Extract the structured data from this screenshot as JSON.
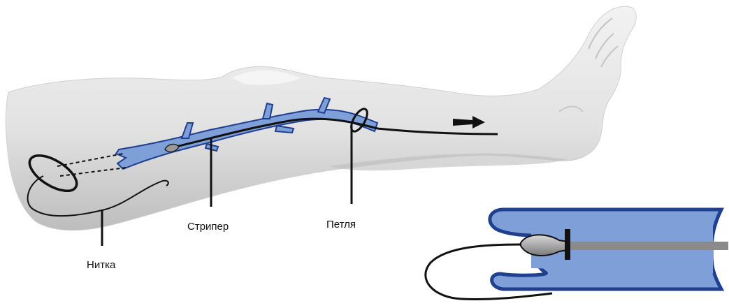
{
  "labels": {
    "thread": "Нитка",
    "stripper": "Стрипер",
    "loop": "Петля"
  },
  "colors": {
    "skin": "#e4e4e4",
    "skin_shadow": "#c8c8c8",
    "vein_fill": "#7f9fd8",
    "vein_outline": "#1f3f8f",
    "line": "#111111",
    "rod": "#8a8a8a"
  }
}
